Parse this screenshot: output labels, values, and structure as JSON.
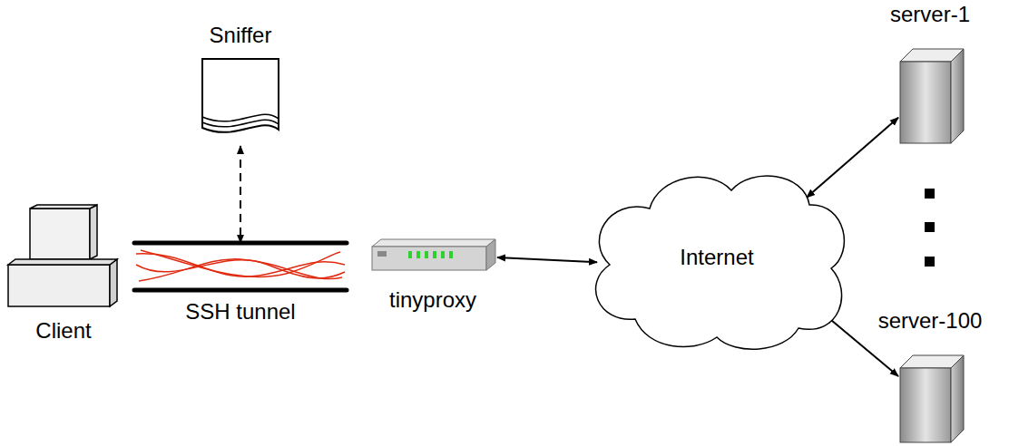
{
  "diagram": {
    "nodes": [
      {
        "text": [
          "Sniffer"
        ]
      },
      {
        "text": [
          "SSH tunnel"
        ]
      },
      {
        "text": [
          "Client"
        ]
      },
      {
        "text": [
          "tinyproxy"
        ]
      },
      {
        "text": [
          "Internet"
        ]
      },
      {
        "text": [
          "server-1"
        ]
      },
      {
        "text": [
          "server-100"
        ]
      }
    ],
    "edges": [
      {
        "from": 0,
        "to": 1,
        "arrow": "both"
      },
      {
        "from": 3,
        "to": 4,
        "arrow": "both"
      },
      {
        "from": 4,
        "to": 5,
        "arrow": "both"
      },
      {
        "from": 4,
        "to": 6,
        "arrow": "both"
      }
    ]
  }
}
